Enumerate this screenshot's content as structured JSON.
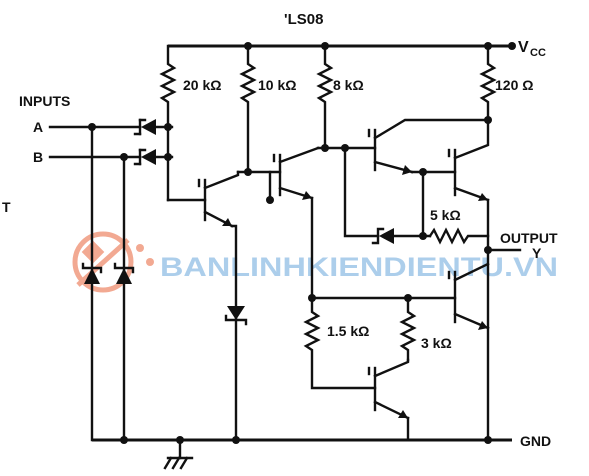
{
  "diagram": {
    "part_label": "'LS08",
    "vcc_label": "V",
    "vcc_subscript": "CC",
    "inputs_label": "INPUTS",
    "input_a": "A",
    "input_b": "B",
    "left_edge_fragment": "T",
    "output_label": "OUTPUT",
    "output_y": "Y",
    "gnd_label": "GND",
    "resistors": {
      "r_20k": "20 kΩ",
      "r_10k": "10 kΩ",
      "r_8k": "8 kΩ",
      "r_120": "120 Ω",
      "r_5k": "5 kΩ",
      "r_1_5k": "1.5 kΩ",
      "r_3k": "3 kΩ"
    }
  },
  "watermark": {
    "text": "BANLINHKIENDIENTU.VN",
    "color": "#9ec6e8",
    "logo_color": "#e8633a"
  }
}
